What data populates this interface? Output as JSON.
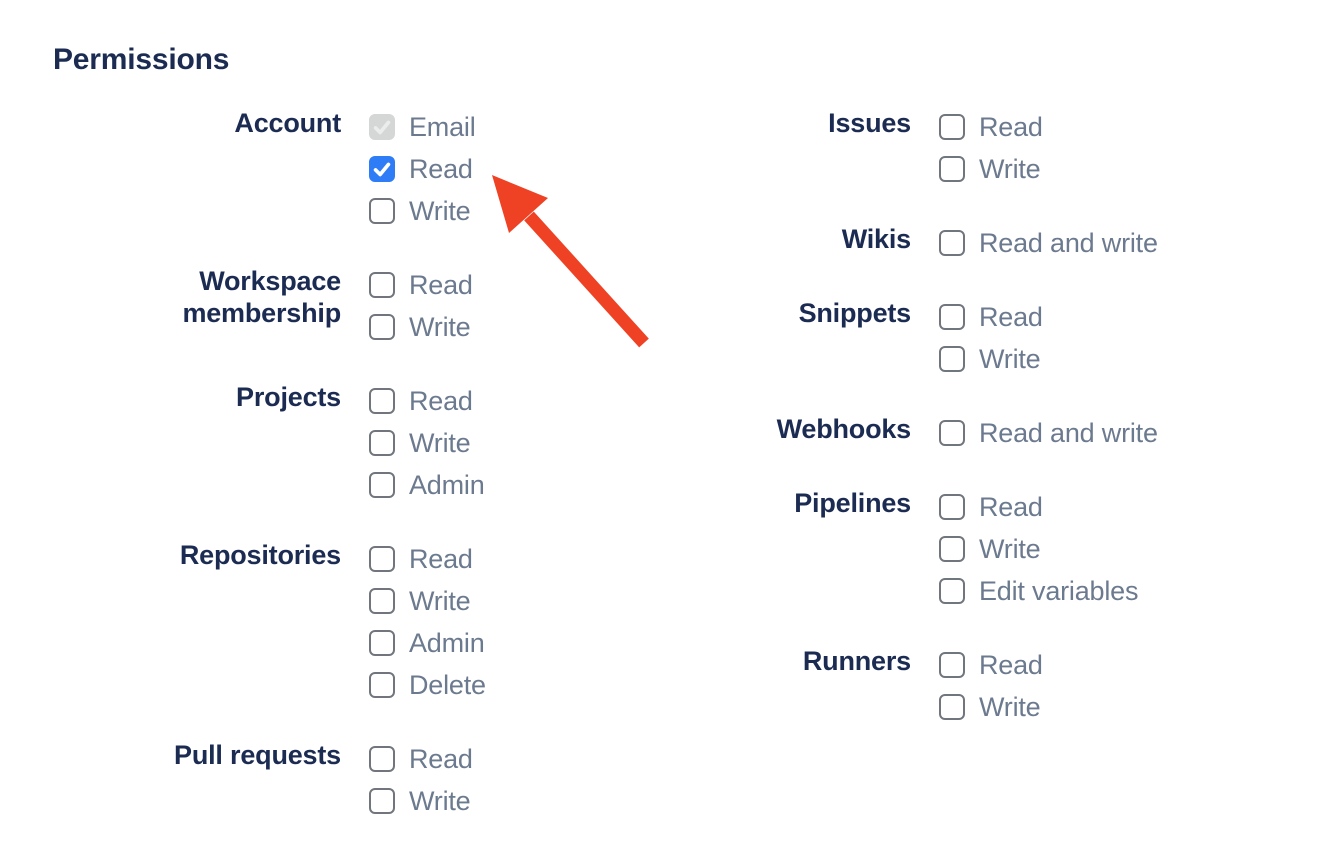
{
  "heading": "Permissions",
  "colors": {
    "heading_text": "#1B2B52",
    "group_label_text": "#1B2B52",
    "option_label_text": "#6C7A8F",
    "checkbox_border": "#71767E",
    "checkbox_checked_fill": "#2E7CF6",
    "checkbox_disabled_fill": "#D5D7D6",
    "checkbox_disabled_check": "#EBEDEC"
  },
  "permissions": {
    "columns": [
      {
        "groups": [
          {
            "label": "Account",
            "options": [
              {
                "label": "Email",
                "checked": true,
                "disabled": true
              },
              {
                "label": "Read",
                "checked": true,
                "disabled": false
              },
              {
                "label": "Write",
                "checked": false,
                "disabled": false
              }
            ]
          },
          {
            "label": "Workspace membership",
            "options": [
              {
                "label": "Read",
                "checked": false,
                "disabled": false
              },
              {
                "label": "Write",
                "checked": false,
                "disabled": false
              }
            ]
          },
          {
            "label": "Projects",
            "options": [
              {
                "label": "Read",
                "checked": false,
                "disabled": false
              },
              {
                "label": "Write",
                "checked": false,
                "disabled": false
              },
              {
                "label": "Admin",
                "checked": false,
                "disabled": false
              }
            ]
          },
          {
            "label": "Repositories",
            "options": [
              {
                "label": "Read",
                "checked": false,
                "disabled": false
              },
              {
                "label": "Write",
                "checked": false,
                "disabled": false
              },
              {
                "label": "Admin",
                "checked": false,
                "disabled": false
              },
              {
                "label": "Delete",
                "checked": false,
                "disabled": false
              }
            ]
          },
          {
            "label": "Pull requests",
            "options": [
              {
                "label": "Read",
                "checked": false,
                "disabled": false
              },
              {
                "label": "Write",
                "checked": false,
                "disabled": false
              }
            ]
          }
        ]
      },
      {
        "groups": [
          {
            "label": "Issues",
            "options": [
              {
                "label": "Read",
                "checked": false,
                "disabled": false
              },
              {
                "label": "Write",
                "checked": false,
                "disabled": false
              }
            ]
          },
          {
            "label": "Wikis",
            "options": [
              {
                "label": "Read and write",
                "checked": false,
                "disabled": false
              }
            ]
          },
          {
            "label": "Snippets",
            "options": [
              {
                "label": "Read",
                "checked": false,
                "disabled": false
              },
              {
                "label": "Write",
                "checked": false,
                "disabled": false
              }
            ]
          },
          {
            "label": "Webhooks",
            "options": [
              {
                "label": "Read and write",
                "checked": false,
                "disabled": false
              }
            ]
          },
          {
            "label": "Pipelines",
            "options": [
              {
                "label": "Read",
                "checked": false,
                "disabled": false
              },
              {
                "label": "Write",
                "checked": false,
                "disabled": false
              },
              {
                "label": "Edit variables",
                "checked": false,
                "disabled": false
              }
            ]
          },
          {
            "label": "Runners",
            "options": [
              {
                "label": "Read",
                "checked": false,
                "disabled": false
              },
              {
                "label": "Write",
                "checked": false,
                "disabled": false
              }
            ]
          }
        ]
      }
    ]
  },
  "annotation_arrow": {
    "color": "#EF4123",
    "points_to": "Account Read checkbox"
  }
}
